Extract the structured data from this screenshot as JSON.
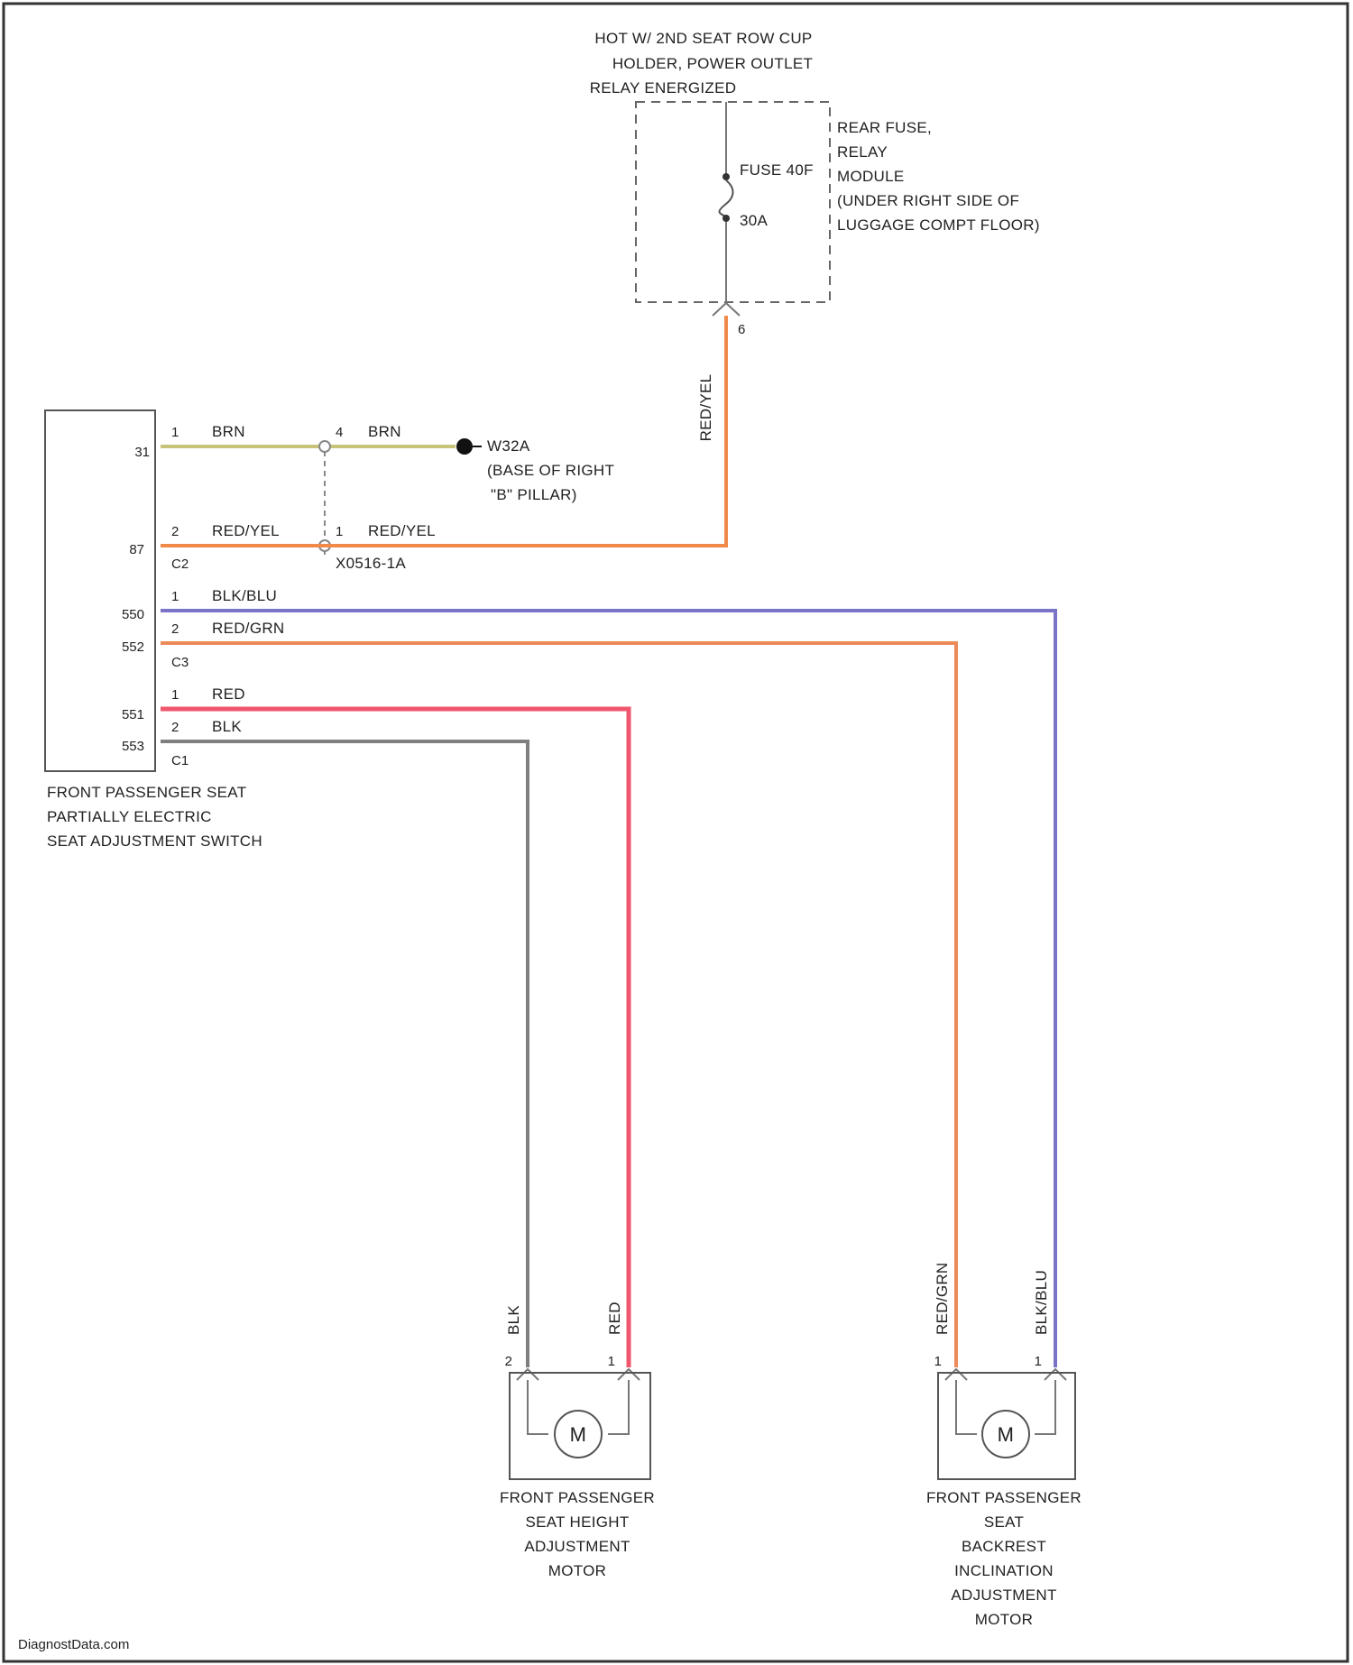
{
  "relay_title": [
    "HOT W/ 2ND SEAT ROW CUP",
    "HOLDER, POWER OUTLET",
    "RELAY ENERGIZED"
  ],
  "rear_module_label": [
    "REAR FUSE,",
    "RELAY",
    "MODULE",
    "(UNDER RIGHT SIDE OF",
    "LUGGAGE COMPT FLOOR)"
  ],
  "fuse": {
    "name": "FUSE 40F",
    "rating": "30A",
    "pin": "6"
  },
  "switch_label": [
    "FRONT PASSENGER SEAT",
    "PARTIALLY ELECTRIC",
    "SEAT ADJUSTMENT SWITCH"
  ],
  "switch_pins": {
    "p31": "31",
    "p87": "87",
    "p550": "550",
    "p552": "552",
    "p551": "551",
    "p553": "553",
    "c2": "C2",
    "c3": "C3",
    "c1": "C1"
  },
  "ground": {
    "name": "W32A",
    "desc": [
      "(BASE OF RIGHT",
      "\"B\" PILLAR)"
    ]
  },
  "splice": "X0516-1A",
  "wires": {
    "brn1": {
      "pin": "1",
      "color": "BRN"
    },
    "brn4": {
      "pin": "4",
      "color": "BRN"
    },
    "redyel2": {
      "pin": "2",
      "color": "RED/YEL"
    },
    "redyel1": {
      "pin": "1",
      "color": "RED/YEL"
    },
    "redyel_vert": "RED/YEL",
    "blkblu": {
      "pin": "1",
      "color": "BLK/BLU"
    },
    "redgrn": {
      "pin": "2",
      "color": "RED/GRN"
    },
    "red": {
      "pin": "1",
      "color": "RED"
    },
    "blk": {
      "pin": "2",
      "color": "BLK"
    }
  },
  "motor_height": {
    "label": [
      "FRONT PASSENGER",
      "SEAT HEIGHT",
      "ADJUSTMENT",
      "MOTOR"
    ],
    "wire_left": "BLK",
    "wire_right": "RED",
    "pin_left": "2",
    "pin_right": "1",
    "symbol": "M"
  },
  "motor_backrest": {
    "label": [
      "FRONT PASSENGER",
      "SEAT",
      "BACKREST",
      "INCLINATION",
      "ADJUSTMENT",
      "MOTOR"
    ],
    "wire_left": "RED/GRN",
    "wire_right": "BLK/BLU",
    "pin_left": "1",
    "pin_right": "1",
    "symbol": "M"
  },
  "wire_colors": {
    "brn": "#c9c37a",
    "redyel": "#f08a4b",
    "blkblu": "#7a74c9",
    "redgrn": "#ec8a5a",
    "red": "#f0566e",
    "blk": "#7f7f7f"
  },
  "watermark": "DiagnostData.com"
}
